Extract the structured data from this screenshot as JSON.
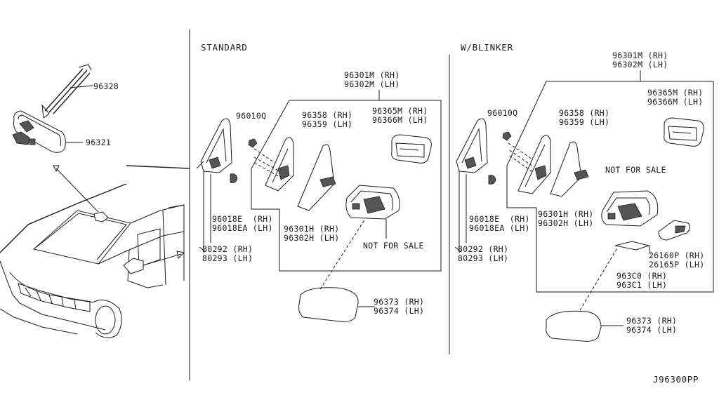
{
  "diagram": {
    "drawing_code": "J96300PP",
    "sections": {
      "standard": "STANDARD",
      "blinker": "W/BLINKER"
    },
    "left_labels": {
      "wire": "96328",
      "inner_mirror": "96321"
    },
    "standard_labels": {
      "assy_rh": "96301M (RH)",
      "assy_lh": "96302M (LH)",
      "screw": "96010Q",
      "base_rh": "96358 (RH)",
      "base_lh": "96359 (LH)",
      "glass_rh": "96365M (RH)",
      "glass_lh": "96366M (LH)",
      "finisher_rh": "96018E  (RH)",
      "finisher_lh": "96018EA (LH)",
      "cover_rh": "96301H (RH)",
      "cover_lh": "96302H (LH)",
      "nfs": "NOT FOR SALE",
      "clip_rh": "80292 (RH)",
      "clip_lh": "80293 (LH)",
      "cap_rh": "96373 (RH)",
      "cap_lh": "96374 (LH)"
    },
    "blinker_labels": {
      "assy_rh": "96301M (RH)",
      "assy_lh": "96302M (LH)",
      "screw": "96010Q",
      "base_rh": "96358 (RH)",
      "base_lh": "96359 (LH)",
      "glass_rh": "96365M (RH)",
      "glass_lh": "96366M (LH)",
      "nfs": "NOT FOR SALE",
      "finisher_rh": "96018E  (RH)",
      "finisher_lh": "96018EA (LH)",
      "cover_rh": "96301H (RH)",
      "cover_lh": "96302H (LH)",
      "clip_rh": "80292 (RH)",
      "clip_lh": "80293 (LH)",
      "lamp_rh": "26160P (RH)",
      "lamp_lh": "26165P (LH)",
      "bracket_rh": "963C0 (RH)",
      "bracket_lh": "963C1 (LH)",
      "cap_rh": "96373 (RH)",
      "cap_lh": "96374 (LH)"
    }
  }
}
